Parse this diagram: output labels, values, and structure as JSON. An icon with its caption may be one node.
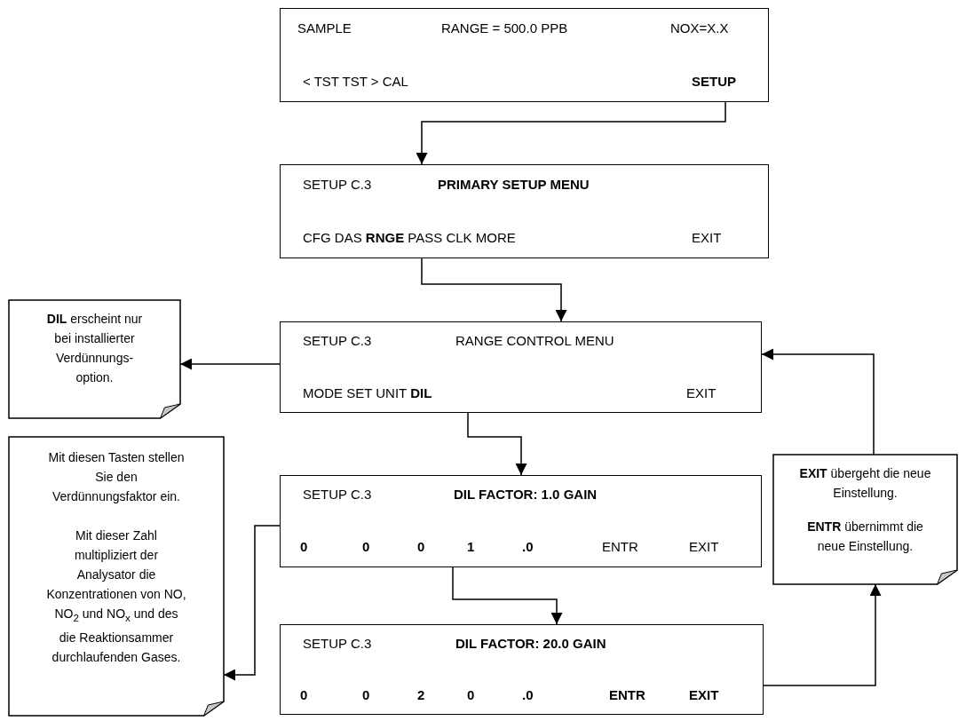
{
  "diagram": {
    "nodes": [
      {
        "text": [
          "SAMPLE",
          "RANGE = 500.0 PPB",
          "NOX=X.X",
          "< TST TST > CAL",
          "SETUP"
        ]
      },
      {
        "text": [
          "SETUP C.3",
          "PRIMARY SETUP MENU",
          "CFG DAS **RNGE** PASS CLK MORE",
          "EXIT"
        ]
      },
      {
        "text": [
          "SETUP C.3",
          "RANGE CONTROL MENU",
          "MODE SET UNIT **DIL**",
          "EXIT"
        ]
      },
      {
        "text": [
          "SETUP C.3",
          "DIL FACTOR: 1.0 GAIN",
          "0",
          "0",
          "0",
          "1",
          ".0",
          "ENTR",
          "EXIT"
        ]
      },
      {
        "text": [
          "SETUP C.3",
          "DIL FACTOR: 20.0 GAIN",
          "0",
          "0",
          "2",
          "0",
          ".0",
          "ENTR",
          "EXIT"
        ]
      },
      {
        "text": [
          "**DIL** erscheint nur bei installierter Verdünnungs- option."
        ]
      },
      {
        "text": [
          "Mit diesen Tasten stellen Sie den Verdünnungsfaktor ein.",
          "Mit dieser Zahl multipliziert der Analysator die Konzentrationen von NO, NO$_{2}$ und NO$_{x}$ und des die Reaktionsammer durchlaufenden Gases."
        ]
      },
      {
        "text": [
          "**EXIT** übergeht die neue Einstellung.",
          "**ENTR** übernimmt die neue Einstellung."
        ]
      }
    ],
    "edges": [
      {
        "from": 0,
        "to": 1,
        "arrow": "to"
      },
      {
        "from": 1,
        "to": 2,
        "arrow": "to"
      },
      {
        "from": 2,
        "to": 5,
        "arrow": "to"
      },
      {
        "from": 2,
        "to": 3,
        "arrow": "to"
      },
      {
        "from": 3,
        "to": 6,
        "arrow": "to"
      },
      {
        "from": 3,
        "to": 4,
        "arrow": "to"
      },
      {
        "from": 4,
        "to": 7,
        "arrow": "to"
      },
      {
        "from": 7,
        "to": 2,
        "arrow": "to"
      }
    ]
  }
}
